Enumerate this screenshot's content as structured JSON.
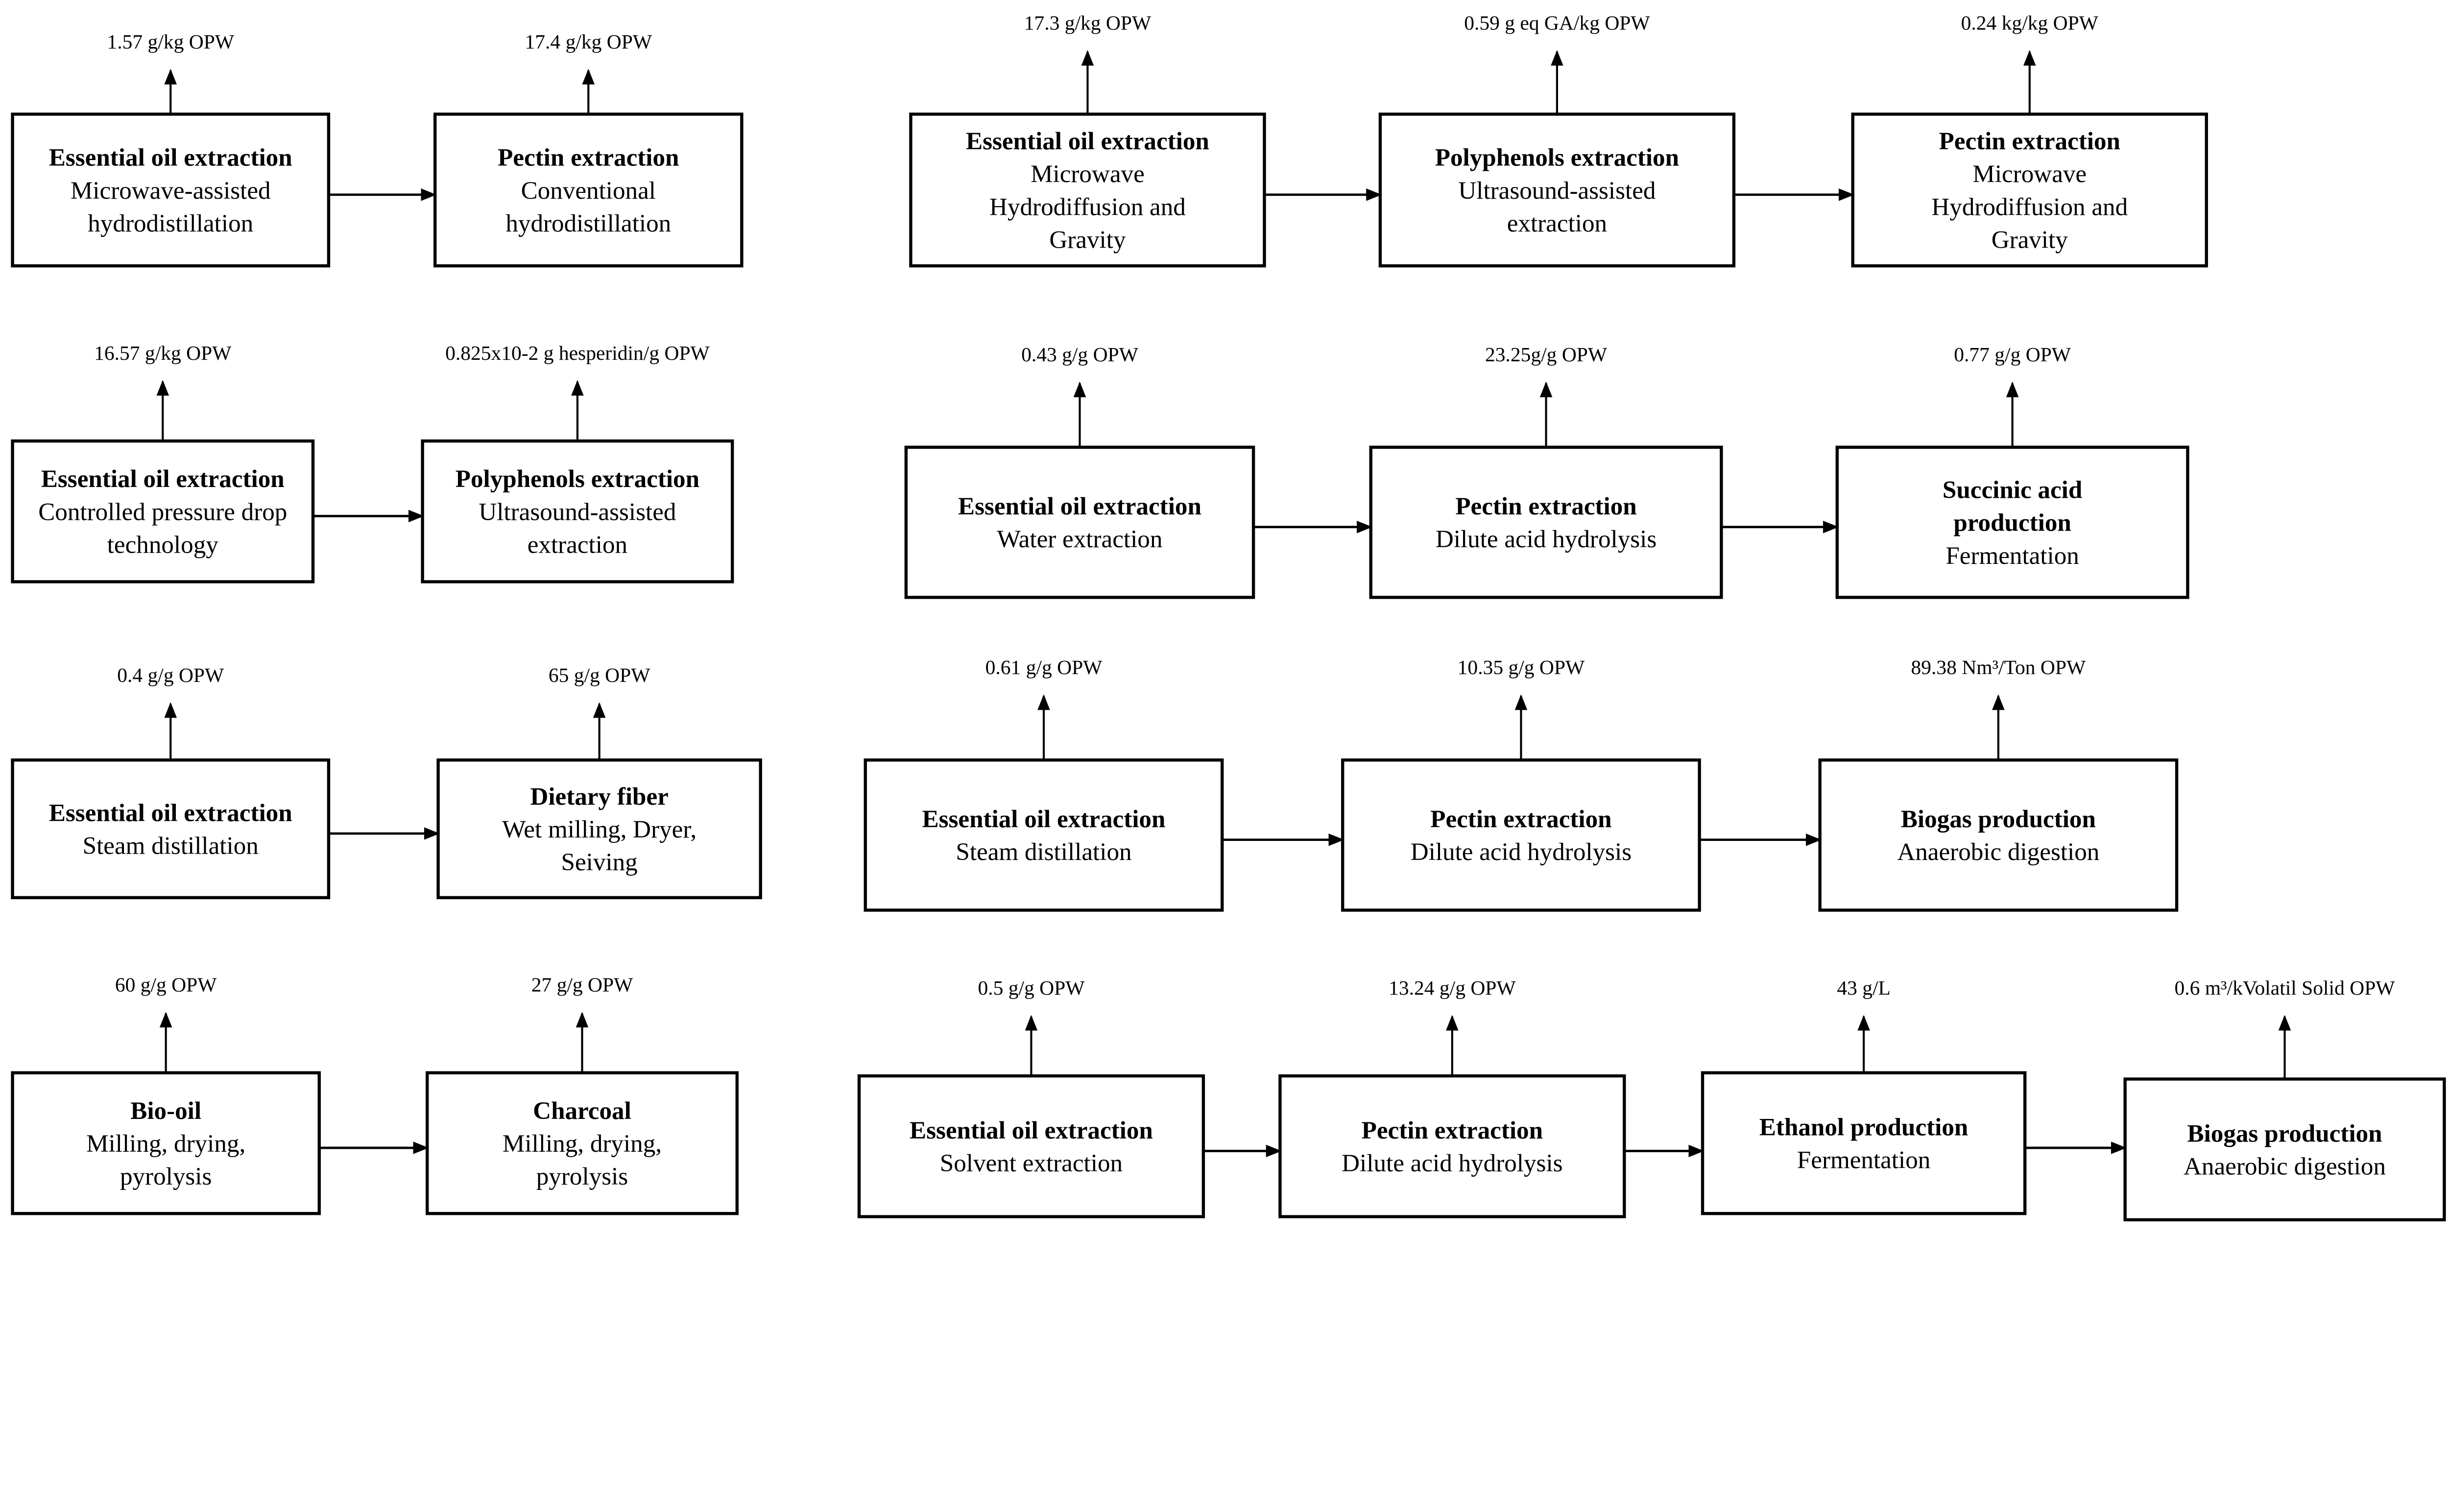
{
  "diagram": {
    "chains": [
      {
        "nodes": [
          {
            "title": [
              "Essential oil extraction"
            ],
            "body": [
              "Microwave-assisted",
              "hydrodistillation"
            ],
            "output": "1.57 g/kg OPW"
          },
          {
            "title": [
              "Pectin extraction"
            ],
            "body": [
              "Conventional",
              "hydrodistillation"
            ],
            "output": "17.4 g/kg OPW"
          }
        ]
      },
      {
        "nodes": [
          {
            "title": [
              "Essential oil extraction"
            ],
            "body": [
              "Microwave",
              "Hydrodiffusion and",
              "Gravity"
            ],
            "output": "17.3 g/kg OPW"
          },
          {
            "title": [
              "Polyphenols extraction"
            ],
            "body": [
              "Ultrasound-assisted",
              "extraction"
            ],
            "output": "0.59 g eq GA/kg OPW"
          },
          {
            "title": [
              "Pectin extraction"
            ],
            "body": [
              "Microwave",
              "Hydrodiffusion and",
              "Gravity"
            ],
            "output": "0.24 kg/kg OPW"
          }
        ]
      },
      {
        "nodes": [
          {
            "title": [
              "Essential oil extraction"
            ],
            "body": [
              "Controlled pressure drop",
              "technology"
            ],
            "output": "16.57 g/kg OPW"
          },
          {
            "title": [
              "Polyphenols extraction"
            ],
            "body": [
              "Ultrasound-assisted",
              "extraction"
            ],
            "output": "0.825x10-2 g hesperidin/g OPW"
          }
        ]
      },
      {
        "nodes": [
          {
            "title": [
              "Essential oil extraction"
            ],
            "body": [
              "Water extraction"
            ],
            "output": "0.43 g/g OPW"
          },
          {
            "title": [
              "Pectin extraction"
            ],
            "body": [
              "Dilute acid hydrolysis"
            ],
            "output": "23.25g/g OPW"
          },
          {
            "title": [
              "Succinic acid",
              "production"
            ],
            "body": [
              "Fermentation"
            ],
            "output": "0.77 g/g OPW"
          }
        ]
      },
      {
        "nodes": [
          {
            "title": [
              "Essential oil extraction"
            ],
            "body": [
              "Steam distillation"
            ],
            "output": "0.4 g/g OPW"
          },
          {
            "title": [
              "Dietary fiber"
            ],
            "body": [
              "Wet milling, Dryer,",
              "Seiving"
            ],
            "output": "65 g/g OPW"
          }
        ]
      },
      {
        "nodes": [
          {
            "title": [
              "Essential oil extraction"
            ],
            "body": [
              "Steam distillation"
            ],
            "output": "0.61 g/g OPW"
          },
          {
            "title": [
              "Pectin extraction"
            ],
            "body": [
              "Dilute acid hydrolysis"
            ],
            "output": "10.35 g/g OPW"
          },
          {
            "title": [
              "Biogas production"
            ],
            "body": [
              "Anaerobic digestion"
            ],
            "output": "89.38 Nm³/Ton OPW"
          }
        ]
      },
      {
        "nodes": [
          {
            "title": [
              "Bio-oil"
            ],
            "body": [
              "Milling, drying,",
              "pyrolysis"
            ],
            "output": "60 g/g OPW"
          },
          {
            "title": [
              "Charcoal"
            ],
            "body": [
              "Milling, drying,",
              "pyrolysis"
            ],
            "output": "27 g/g OPW"
          }
        ]
      },
      {
        "nodes": [
          {
            "title": [
              "Essential oil extraction"
            ],
            "body": [
              "Solvent extraction"
            ],
            "output": "0.5 g/g OPW"
          },
          {
            "title": [
              "Pectin extraction"
            ],
            "body": [
              "Dilute acid hydrolysis"
            ],
            "output": "13.24 g/g OPW"
          },
          {
            "title": [
              "Ethanol production"
            ],
            "body": [
              "Fermentation"
            ],
            "output": "43 g/L"
          },
          {
            "title": [
              "Biogas production"
            ],
            "body": [
              "Anaerobic digestion"
            ],
            "output": "0.6 m³/kVolatil Solid OPW"
          }
        ]
      }
    ]
  }
}
